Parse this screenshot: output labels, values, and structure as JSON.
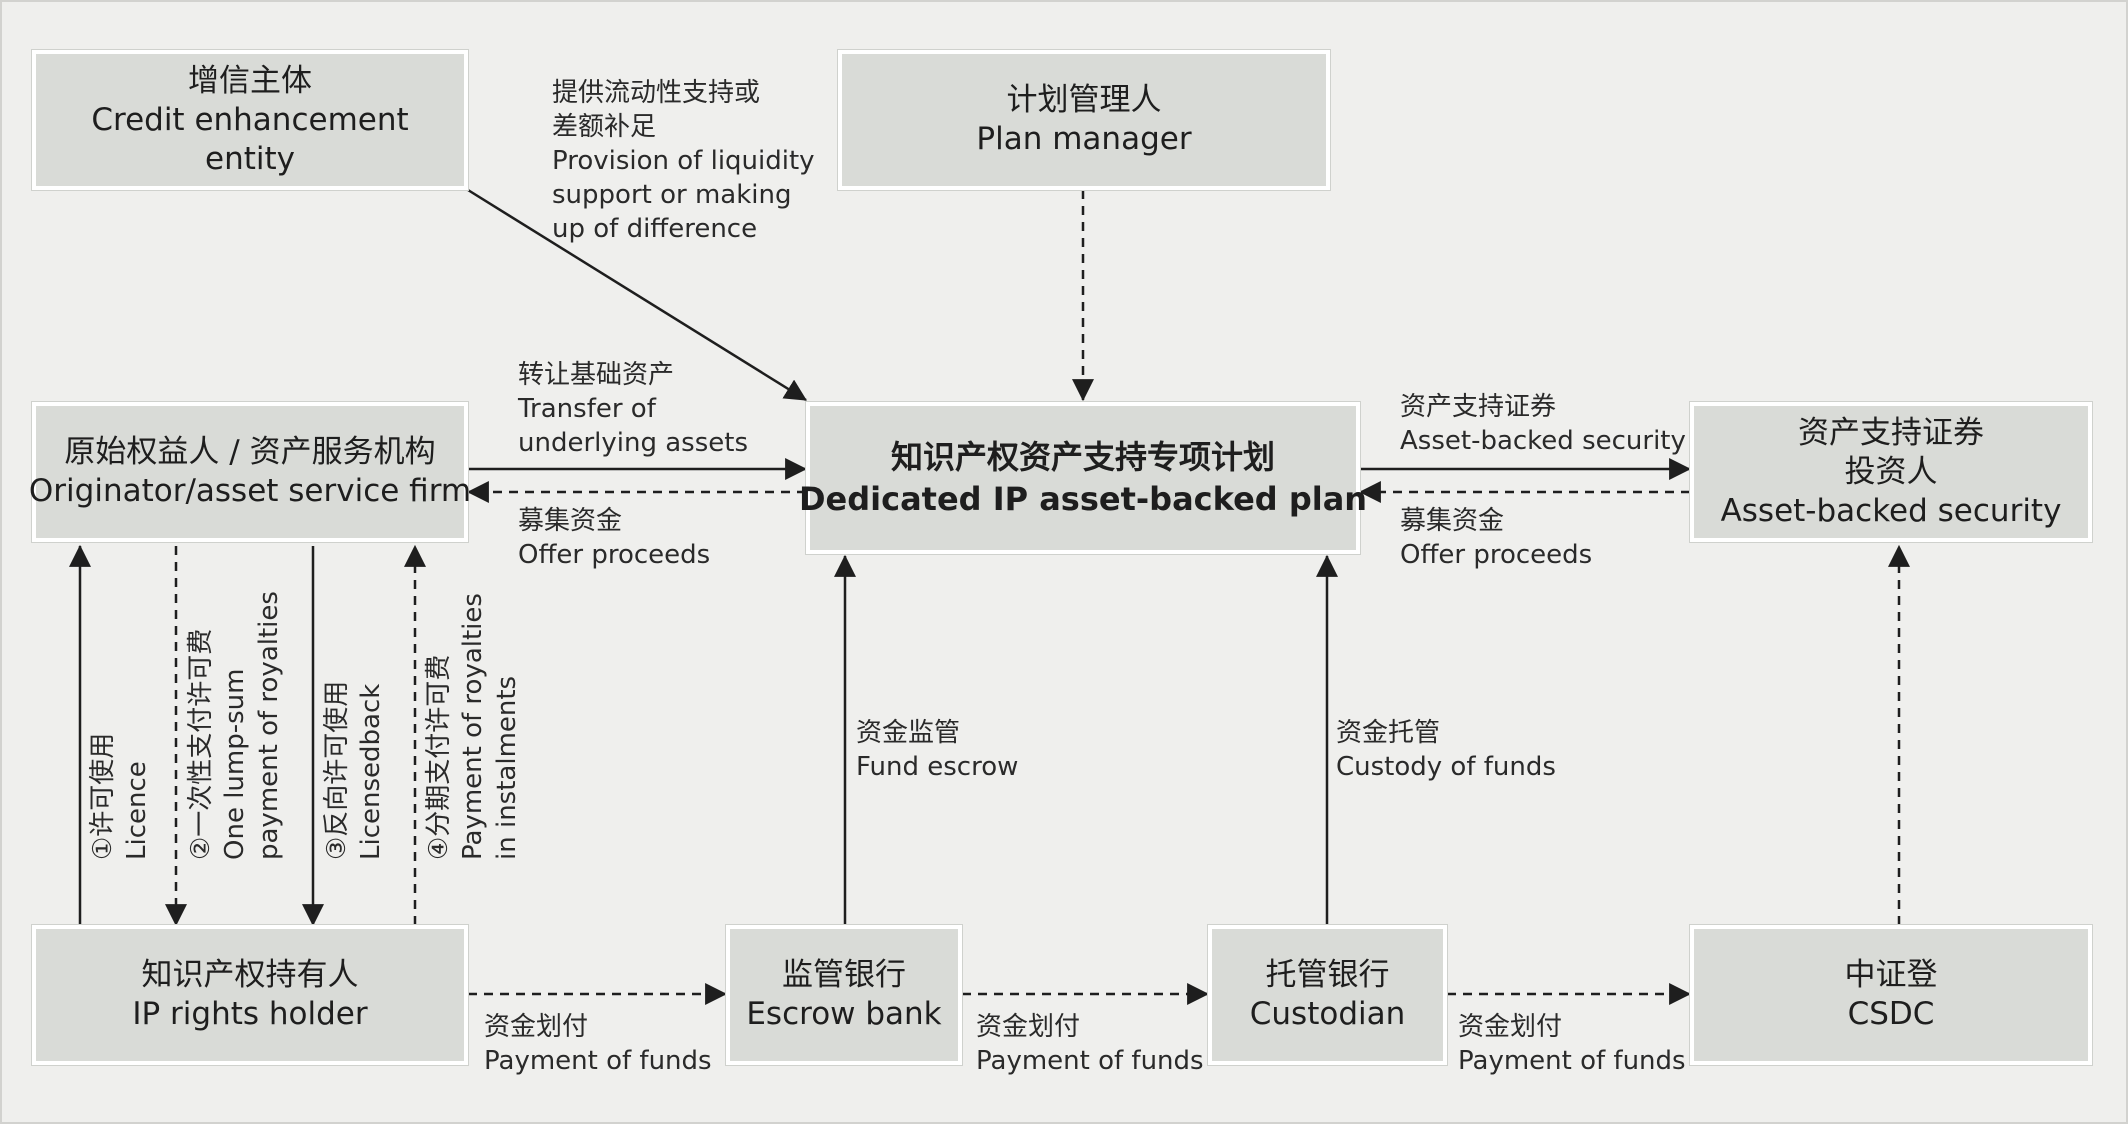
{
  "nodes": {
    "credit_entity": {
      "zh": "增信主体",
      "en1": "Credit enhancement",
      "en2": "entity"
    },
    "plan_manager": {
      "zh": "计划管理人",
      "en": "Plan manager"
    },
    "originator": {
      "zh": "原始权益人 / 资产服务机构",
      "en": "Originator/asset service firm"
    },
    "plan": {
      "zh": "知识产权资产支持专项计划",
      "en": "Dedicated IP asset-backed plan"
    },
    "investors": {
      "zh1": "资产支持证券",
      "zh2": "投资人",
      "en": "Asset-backed security"
    },
    "ip_holder": {
      "zh": "知识产权持有人",
      "en": "IP rights holder"
    },
    "escrow_bank": {
      "zh": "监管银行",
      "en": "Escrow bank"
    },
    "custodian": {
      "zh": "托管银行",
      "en": "Custodian"
    },
    "csdc": {
      "zh": "中证登",
      "en": "CSDC"
    }
  },
  "labels": {
    "liquidity": {
      "zh1": "提供流动性支持或",
      "zh2": "差额补足",
      "en1": "Provision of liquidity",
      "en2": "support or making",
      "en3": "up of difference"
    },
    "transfer": {
      "zh": "转让基础资产",
      "en1": "Transfer of",
      "en2": "underlying assets"
    },
    "offer_left": {
      "zh": "募集资金",
      "en": "Offer proceeds"
    },
    "abs": {
      "zh": "资产支持证券",
      "en": "Asset-backed security"
    },
    "offer_right": {
      "zh": "募集资金",
      "en": "Offer proceeds"
    },
    "fund_escrow": {
      "zh": "资金监管",
      "en": "Fund escrow"
    },
    "custody": {
      "zh": "资金托管",
      "en": "Custody of funds"
    },
    "pay1": {
      "zh": "资金划付",
      "en": "Payment of funds"
    },
    "pay2": {
      "zh": "资金划付",
      "en": "Payment of funds"
    },
    "pay3": {
      "zh": "资金划付",
      "en": "Payment of funds"
    },
    "licence": {
      "zh": "①许可使用",
      "en": "Licence"
    },
    "lump_sum": {
      "zh": "②一次性支付许可费",
      "en1": "One lump-sum",
      "en2": "payment of royalties"
    },
    "licensedback": {
      "zh": "③反向许可使用",
      "en": "Licensedback"
    },
    "instalments": {
      "zh": "④分期支付许可费",
      "en1": "Payment of royalties",
      "en2": "in instalments"
    }
  },
  "colors": {
    "background": "#efefed",
    "box_fill": "#d9dbd7",
    "box_border": "#ffffff",
    "line": "#1e1e1e"
  }
}
